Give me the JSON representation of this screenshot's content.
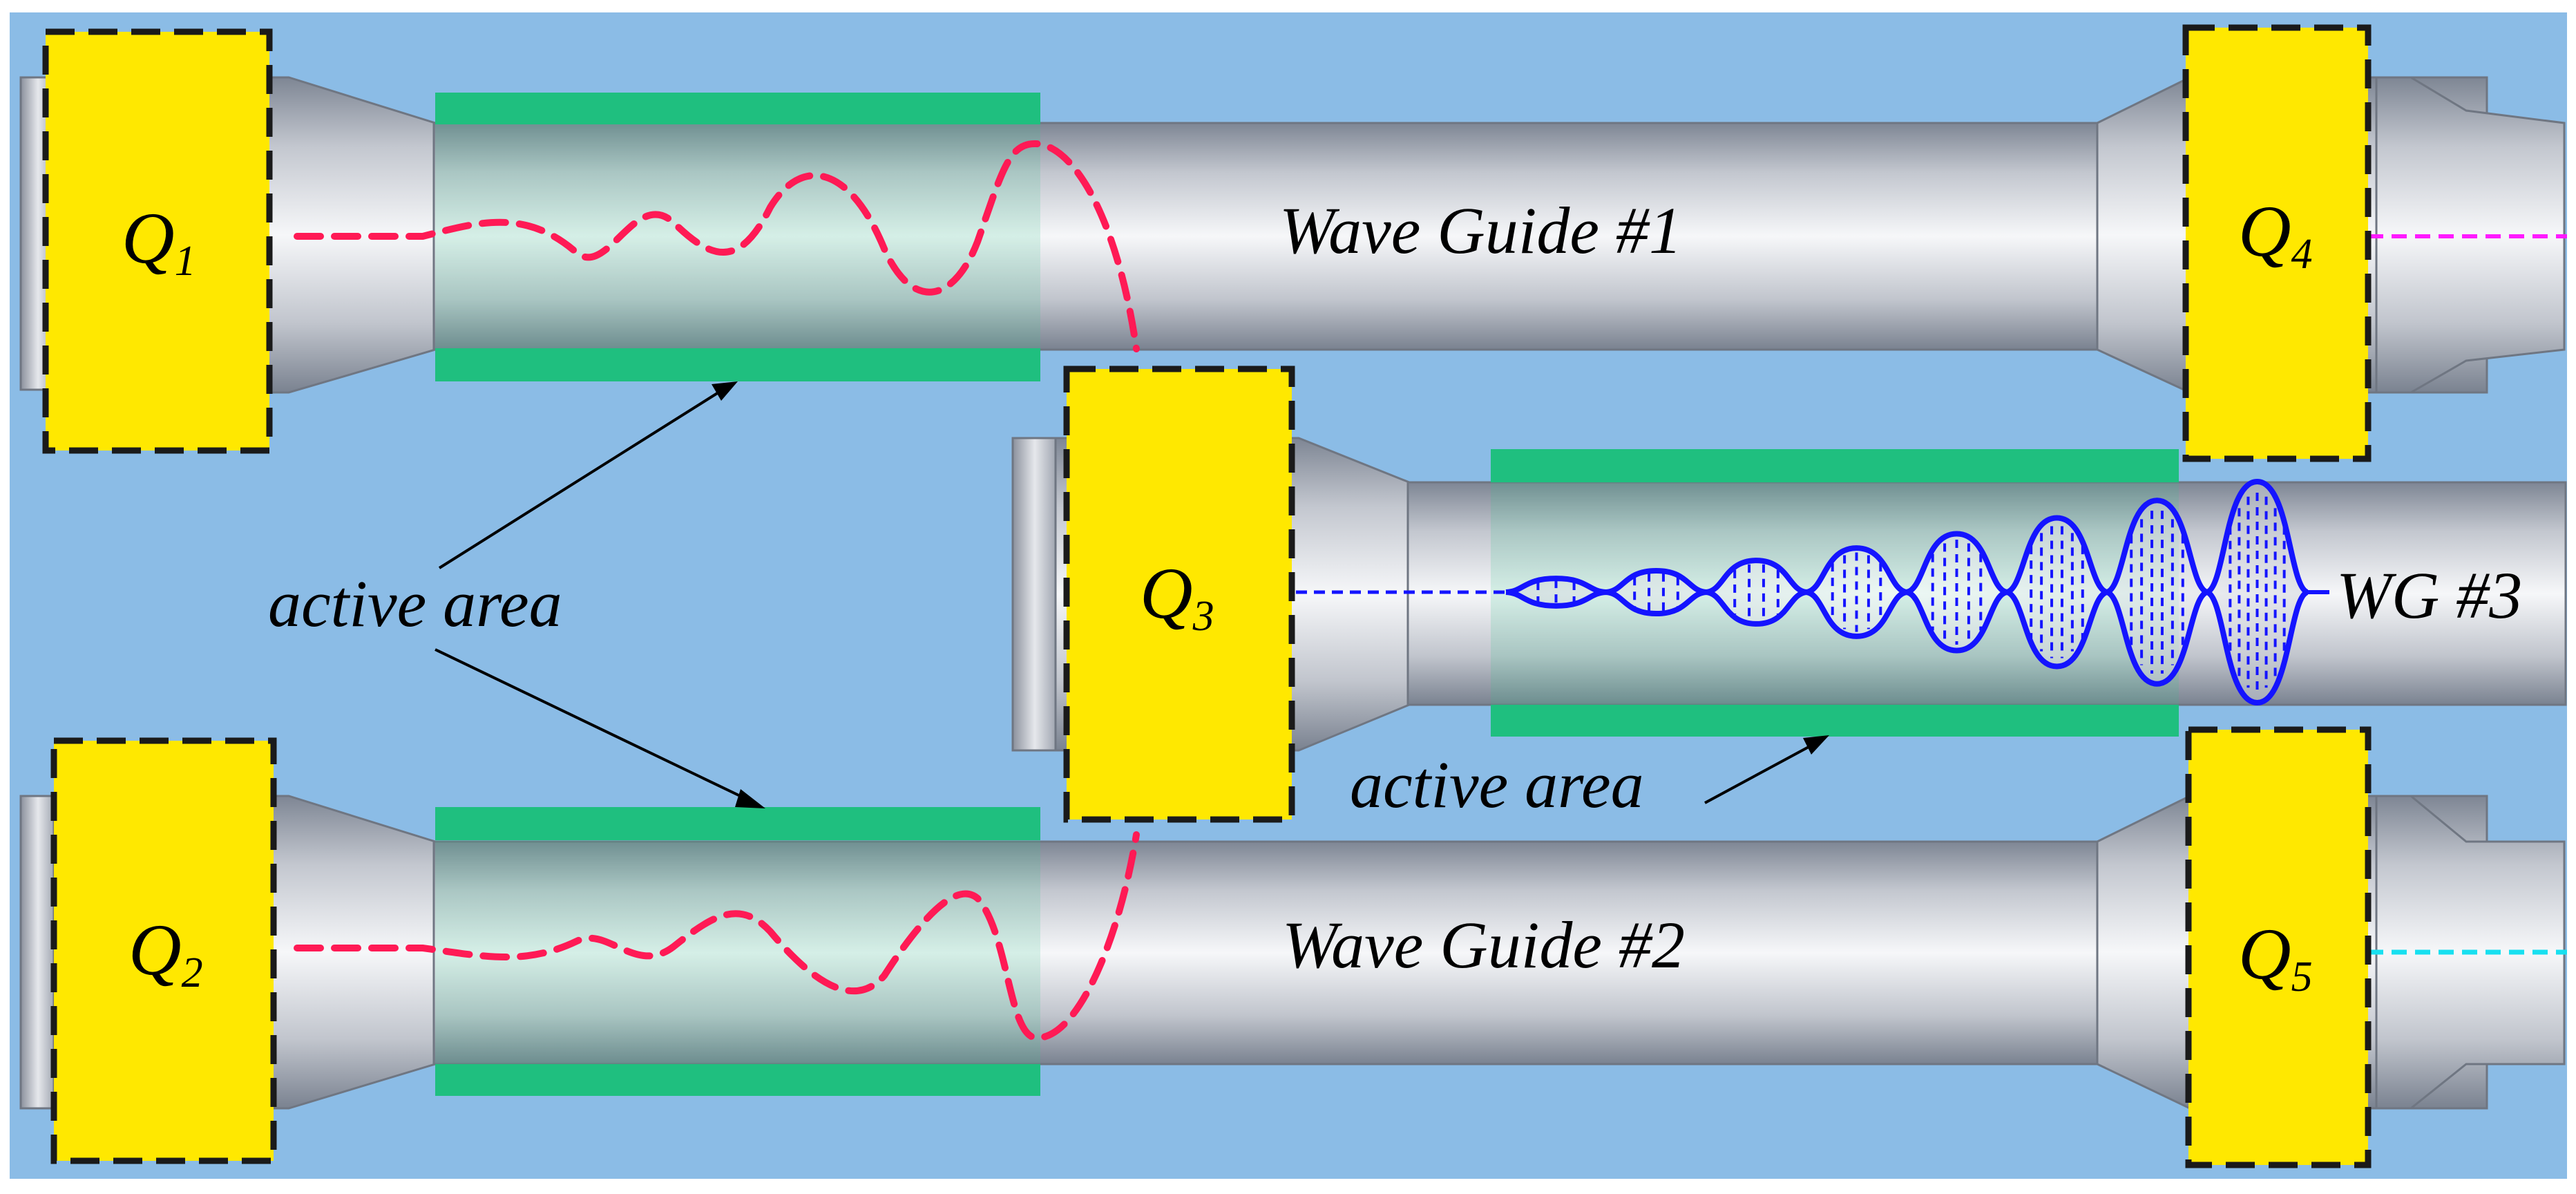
{
  "labels": {
    "waveguide1": "Wave Guide #1",
    "waveguide2": "Wave Guide #2",
    "waveguide3": "WG #3",
    "active_area_left": "active area",
    "active_area_right": "active area"
  },
  "qubits": [
    {
      "letter": "Q",
      "index": "1"
    },
    {
      "letter": "Q",
      "index": "2"
    },
    {
      "letter": "Q",
      "index": "3"
    },
    {
      "letter": "Q",
      "index": "4"
    },
    {
      "letter": "Q",
      "index": "5"
    }
  ],
  "colors": {
    "background": "#8bbce6",
    "qubit_fill": "#ffe800",
    "active_area": "#1fbf7f",
    "signal_waveguides_1_2": "#ff1a55",
    "signal_waveguide_3": "#1414ff",
    "output_q4": "#ff1aff",
    "output_q5": "#18e0f0"
  }
}
